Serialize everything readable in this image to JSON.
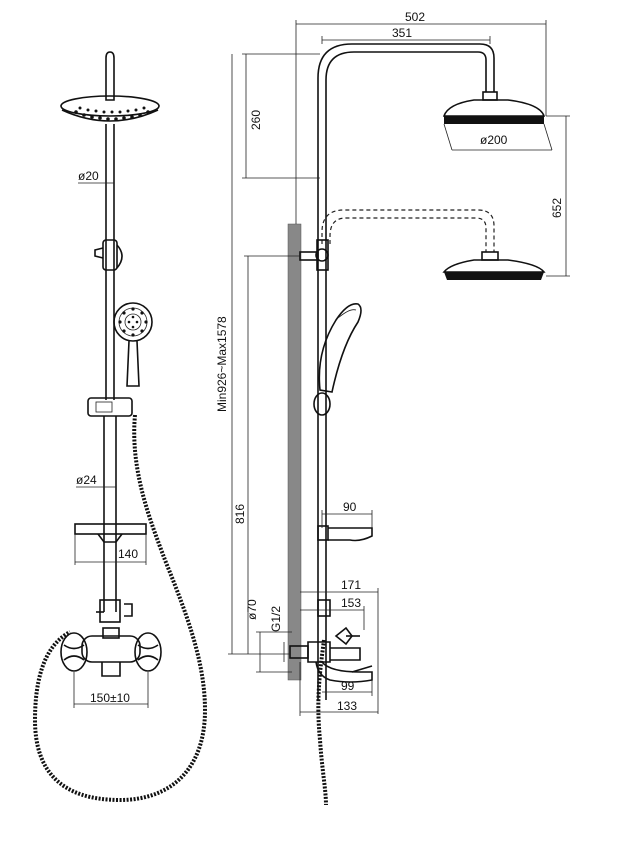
{
  "dimensions": {
    "overall_width": "502",
    "arm_length": "351",
    "head_drop": "260",
    "head_diameter": "ø200",
    "adjust_range": "652",
    "height_range": "Min926~Max1578",
    "mount_height": "816",
    "upper_pipe": "ø20",
    "lower_pipe": "ø24",
    "shelf_depth": "90",
    "shelf_width": "140",
    "flange": "ø70",
    "thread": "G1/2",
    "mixer_depth": "171",
    "mixer_body": "153",
    "spout": "99",
    "spout_total": "133",
    "centers": "150±10"
  }
}
